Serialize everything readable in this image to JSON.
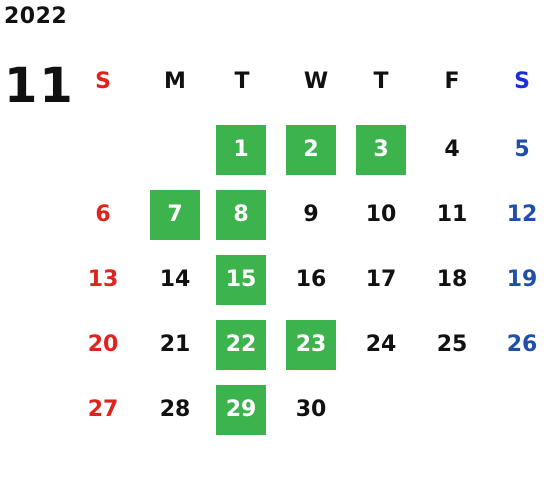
{
  "calendar": {
    "year": "2022",
    "month": "11",
    "weekdays": [
      "S",
      "M",
      "T",
      "W",
      "T",
      "F",
      "S"
    ],
    "weekday_colors": [
      "#e0231c",
      "#111111",
      "#111111",
      "#111111",
      "#111111",
      "#111111",
      "#1a2ee0"
    ],
    "day_colors": {
      "sunday": "#e0231c",
      "weekday": "#111111",
      "saturday": "#1f4fa8",
      "highlight_text": "#ffffff"
    },
    "highlight_color": "#3cb34c",
    "weeks": [
      [
        null,
        null,
        1,
        2,
        3,
        4,
        5
      ],
      [
        6,
        7,
        8,
        9,
        10,
        11,
        12
      ],
      [
        13,
        14,
        15,
        16,
        17,
        18,
        19
      ],
      [
        20,
        21,
        22,
        23,
        24,
        25,
        26
      ],
      [
        27,
        28,
        29,
        30,
        null,
        null,
        null
      ]
    ],
    "highlighted_days": [
      1,
      2,
      3,
      7,
      8,
      15,
      22,
      23,
      29
    ]
  }
}
